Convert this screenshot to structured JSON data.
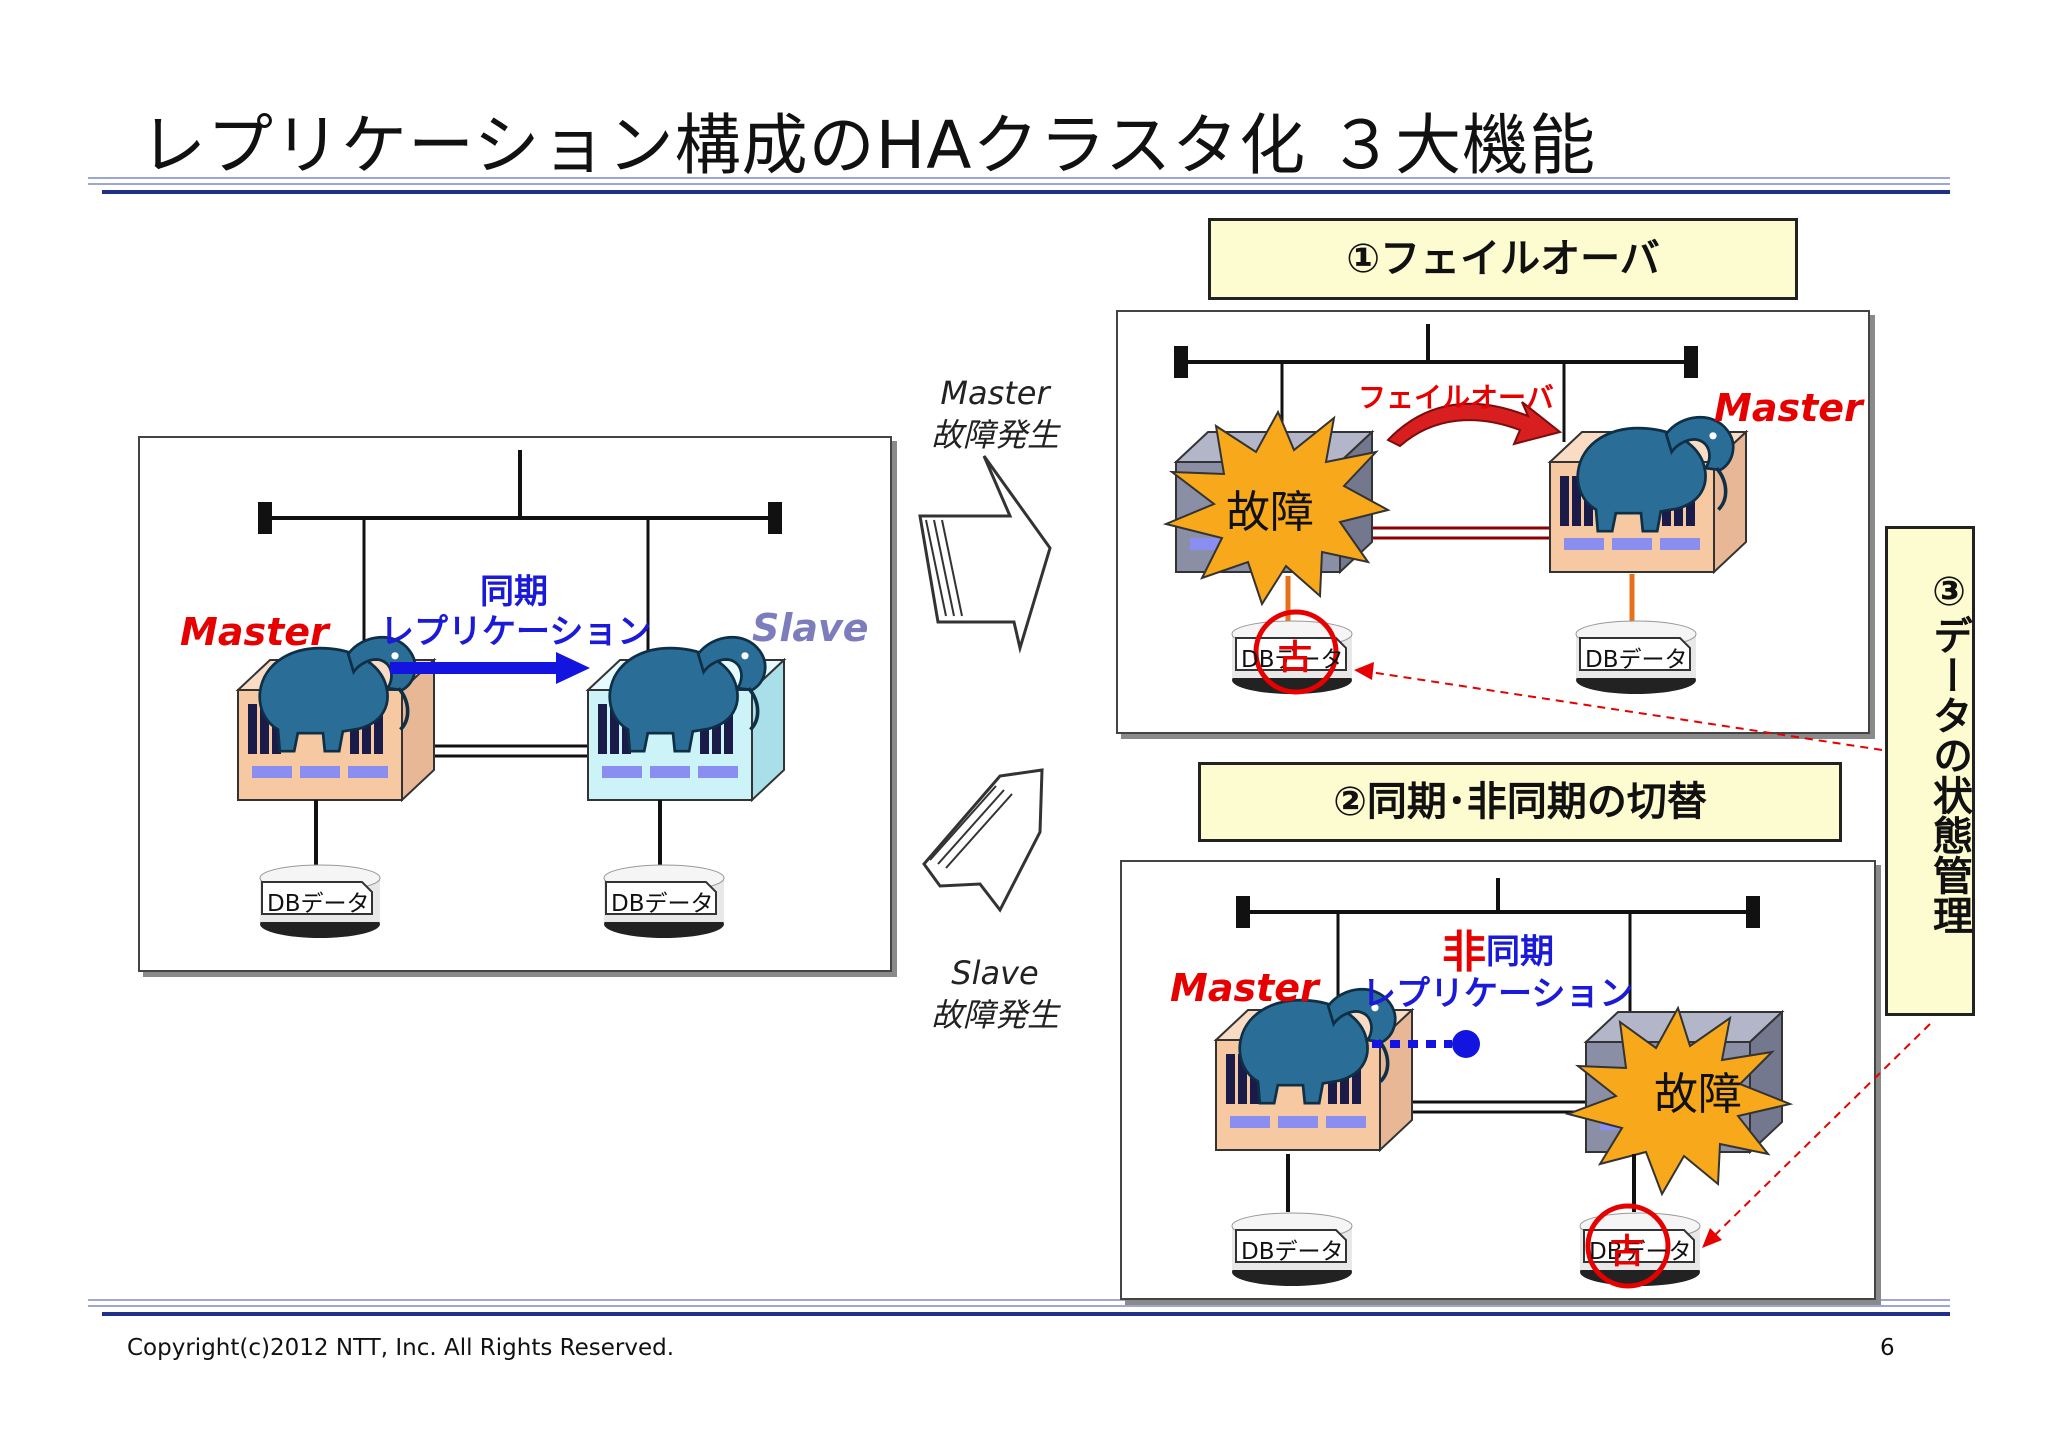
{
  "title": "レプリケーション構成のHAクラスタ化 ３大機能",
  "left_panel": {
    "master_label": "Master",
    "slave_label": "Slave",
    "sync_label_line1": "同期",
    "sync_label_line2": "レプリケーション",
    "db_label": "DBデータ"
  },
  "arrows": {
    "top_caption_line1": "Master",
    "top_caption_line2": "故障発生",
    "bottom_caption_line1": "Slave",
    "bottom_caption_line2": "故障発生"
  },
  "failover": {
    "header": "①フェイルオーバ",
    "fault_label": "故障",
    "failover_label": "フェイルオーバ",
    "master_label": "Master",
    "db_left_label": "DBデータ",
    "db_right_label": "DBデータ",
    "old_mark": "古"
  },
  "sync_switch": {
    "header": "②同期･非同期の切替",
    "async_mark": "非",
    "async_label_rest": "同期",
    "replication_label": "レプリケーション",
    "master_label": "Master",
    "fault_label": "故障",
    "db_left_label": "DBデータ",
    "db_right_label": "DBデータ",
    "old_mark": "古"
  },
  "state_management": {
    "label": "③データの状態管理"
  },
  "footer": {
    "copyright": "Copyright(c)2012 NTT, Inc. All Rights Reserved.",
    "page_number": "6"
  },
  "colors": {
    "master_red": "#e60000",
    "slave_purple": "#7d7dbd",
    "sync_blue": "#1a1ad8",
    "header_fill": "#fdfbd0",
    "master_box": "#f6c9a3",
    "slave_box": "#ccf4f8",
    "failed_box": "#8a8fa6",
    "fault_burst": "#f7a81b",
    "elephant": "#2a6d96",
    "rule_navy": "#1f2f8a"
  }
}
